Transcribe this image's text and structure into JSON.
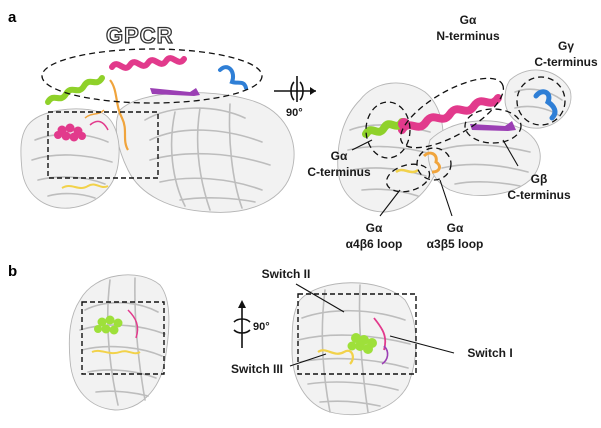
{
  "panels": {
    "a": "a",
    "b": "b"
  },
  "gpcr_label": "GPCR",
  "rotation": {
    "a_angle": "90°",
    "b_angle": "90°"
  },
  "labels": {
    "ga_nterm_1": "Gα",
    "ga_nterm_2": "N-terminus",
    "gg_cterm_1": "Gγ",
    "gg_cterm_2": "C-terminus",
    "ga_cterm_1": "Gα",
    "ga_cterm_2": "C-terminus",
    "gb_cterm_1": "Gβ",
    "gb_cterm_2": "C-terminus",
    "a4b6_1": "Gα",
    "a4b6_2": "α4β6 loop",
    "a3b5_1": "Gα",
    "a3b5_2": "α3β5 loop",
    "switch_1": "Switch I",
    "switch_2": "Switch II",
    "switch_3": "Switch III"
  },
  "colors": {
    "helix_pink": "#e23a8c",
    "helix_green": "#8fd12a",
    "orange": "#f0a43c",
    "purple": "#9b3fb4",
    "blue": "#2f7fd6",
    "yellow": "#f2d24a",
    "gdp_green": "#9ee03a",
    "grey": "#bdbdbd"
  }
}
